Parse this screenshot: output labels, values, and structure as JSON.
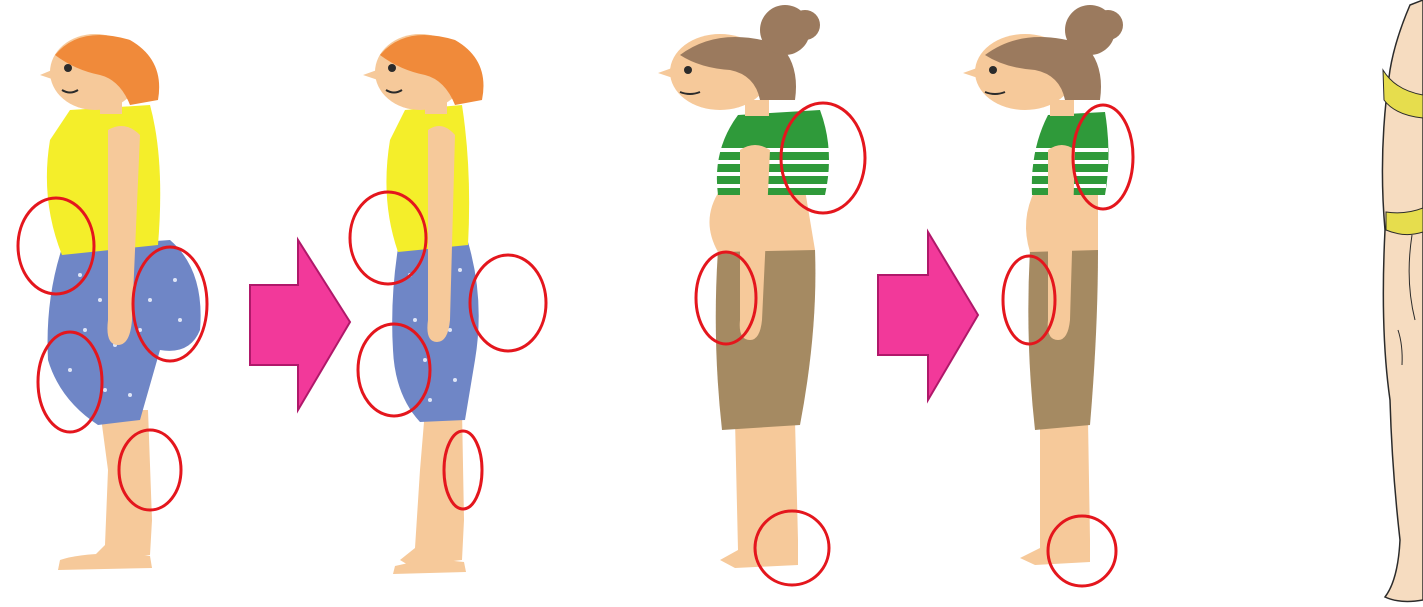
{
  "scene": {
    "background": "#ffffff",
    "description_free": true
  },
  "colors": {
    "skin": "#f6c99a",
    "skin_shadow": "#e9b27e",
    "hair_orange": "#f08a3a",
    "hair_brown": "#9b7a5e",
    "shirt_yellow": "#f4ee2a",
    "shorts_blue": "#6f86c6",
    "shorts_dots": "#dfe6f7",
    "top_green": "#2f9a3a",
    "skirt_brown": "#a58a62",
    "arrow_pink": "#f2399a",
    "arrow_edge": "#b0186a",
    "highlight_red": "#e4161d",
    "bikini_yellow": "#e6dd4d",
    "outline": "#2b2b2b"
  },
  "figures": [
    {
      "id": "figure-1-before",
      "style": "orange-hair-yellow-shirt",
      "highlights": 4
    },
    {
      "id": "figure-1-after",
      "style": "orange-hair-yellow-shirt",
      "highlights": 4
    },
    {
      "id": "figure-2-before",
      "style": "brown-bun-green-top",
      "highlights": 3
    },
    {
      "id": "figure-2-after",
      "style": "brown-bun-green-top",
      "highlights": 3
    },
    {
      "id": "figure-3-partial",
      "style": "line-drawing-bikini",
      "highlights": 0
    }
  ],
  "arrows": [
    {
      "id": "arrow-1",
      "direction": "right"
    },
    {
      "id": "arrow-2",
      "direction": "right"
    }
  ]
}
